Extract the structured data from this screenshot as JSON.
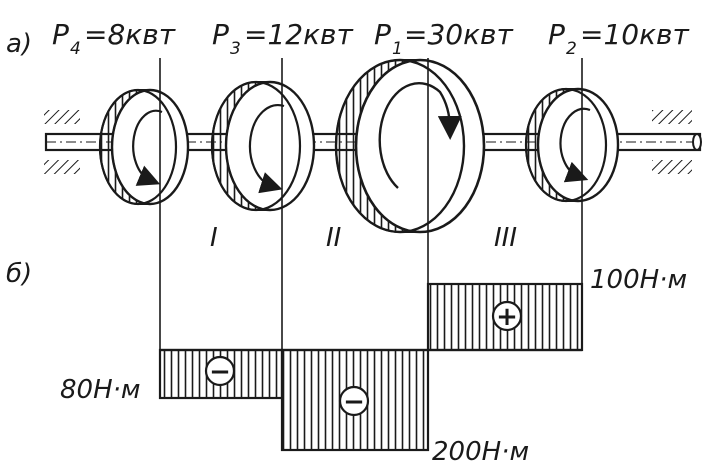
{
  "part_a": {
    "label": "а)",
    "loads": [
      {
        "symbol": "P",
        "index": "4",
        "value": "=8квт"
      },
      {
        "symbol": "P",
        "index": "3",
        "value": "=12квт"
      },
      {
        "symbol": "P",
        "index": "1",
        "value": "=30квт"
      },
      {
        "symbol": "P",
        "index": "2",
        "value": "=10квт"
      }
    ],
    "sections": [
      "I",
      "II",
      "III"
    ]
  },
  "part_b": {
    "label": "б)",
    "torque_labels": {
      "left": "80Н·м",
      "middle": "200Н·м",
      "right": "100Н·м"
    },
    "torques": {
      "section_I": -80,
      "section_II": -200,
      "section_III": 100
    },
    "signs": {
      "negative": "−",
      "positive": "+"
    }
  },
  "colors": {
    "ink": "#1a1a1a",
    "background": "#ffffff"
  }
}
